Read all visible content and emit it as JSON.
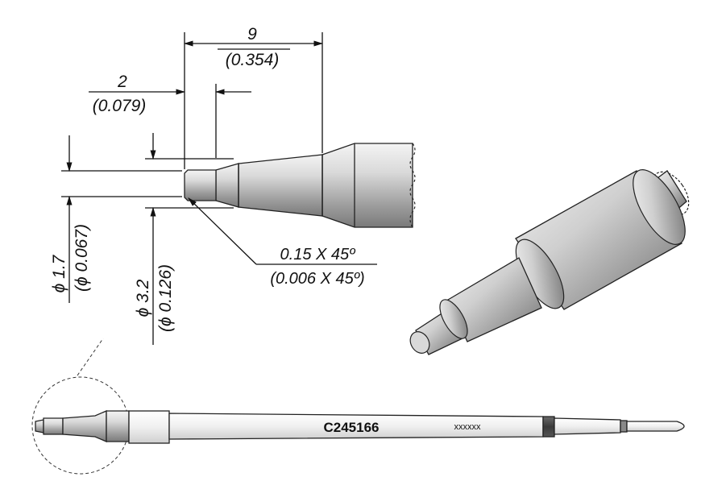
{
  "dimensions": {
    "length_mm": "9",
    "length_in": "(0.354)",
    "tip_length_mm": "2",
    "tip_length_in": "(0.079)",
    "chamfer_mm": "0.15 X 45º",
    "chamfer_in": "(0.006 X 45º)",
    "tip_diameter_mm": "ϕ 1.7",
    "tip_diameter_in": "(ϕ 0.067)",
    "body_diameter_mm": "ϕ 3.2",
    "body_diameter_in": "(ϕ 0.126)"
  },
  "part": {
    "code": "C245166",
    "marking": "xxxxxx"
  },
  "colors": {
    "metal_light": "#e6e6e6",
    "metal_mid": "#a9a9a9",
    "metal_dark": "#6f6f6f",
    "sleeve_dark": "#4a4a4a",
    "line": "#111111"
  }
}
